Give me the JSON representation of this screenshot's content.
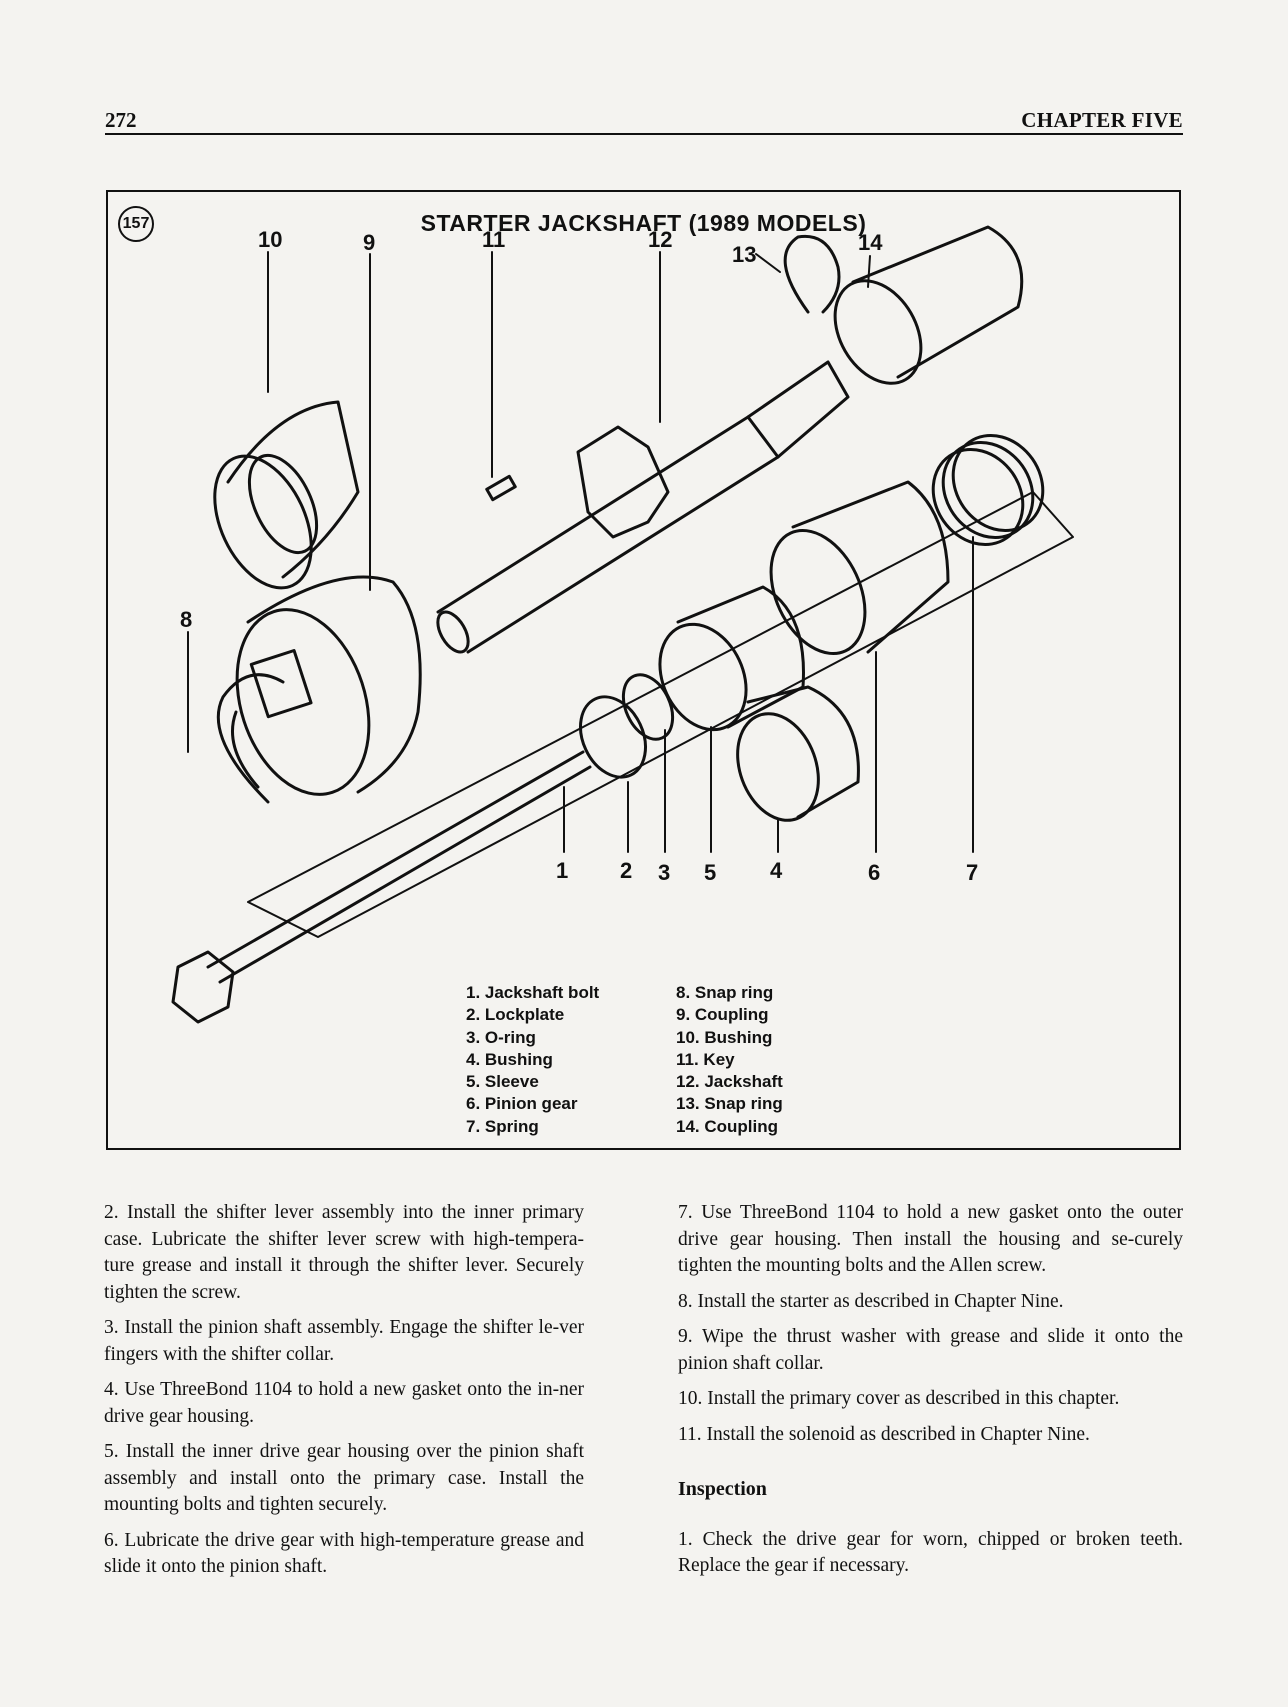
{
  "header": {
    "page_number": "272",
    "chapter": "CHAPTER FIVE"
  },
  "figure": {
    "number": "157",
    "title": "STARTER JACKSHAFT (1989 MODELS)",
    "callouts": [
      "10",
      "9",
      "11",
      "12",
      "13",
      "14",
      "8",
      "1",
      "2",
      "3",
      "5",
      "4",
      "6",
      "7"
    ],
    "legend_left": [
      "1. Jackshaft bolt",
      "2. Lockplate",
      "3. O-ring",
      "4. Bushing",
      "5. Sleeve",
      "6. Pinion gear",
      "7. Spring"
    ],
    "legend_right": [
      "8. Snap ring",
      "9. Coupling",
      "10. Bushing",
      "11. Key",
      "12. Jackshaft",
      "13. Snap ring",
      "14. Coupling"
    ]
  },
  "left_column": [
    "2. Install the shifter lever assembly into the inner primary case. Lubricate the shifter lever screw with high-tempera-ture grease and install it through the shifter lever. Securely tighten the screw.",
    "3. Install the pinion shaft assembly. Engage the shifter le-ver fingers with the shifter collar.",
    "4. Use ThreeBond 1104 to hold a new gasket onto the in-ner drive gear housing.",
    "5. Install the inner drive gear housing over the pinion shaft assembly and install onto the primary case. Install the mounting bolts and tighten securely.",
    "6. Lubricate the drive gear with high-temperature grease and slide it onto the pinion shaft."
  ],
  "right_column": [
    "7. Use ThreeBond 1104 to hold a new gasket onto the outer drive gear housing. Then install the housing and se-curely tighten the mounting bolts and the Allen screw.",
    "8. Install the starter as described in Chapter Nine.",
    "9. Wipe the thrust washer with grease and slide it onto the pinion shaft collar.",
    "10. Install the primary cover as described in this chapter.",
    "11. Install the solenoid as described in Chapter Nine."
  ],
  "inspection": {
    "heading": "Inspection",
    "paragraphs": [
      "1. Check the drive gear for worn, chipped or broken teeth. Replace the gear if necessary."
    ]
  }
}
